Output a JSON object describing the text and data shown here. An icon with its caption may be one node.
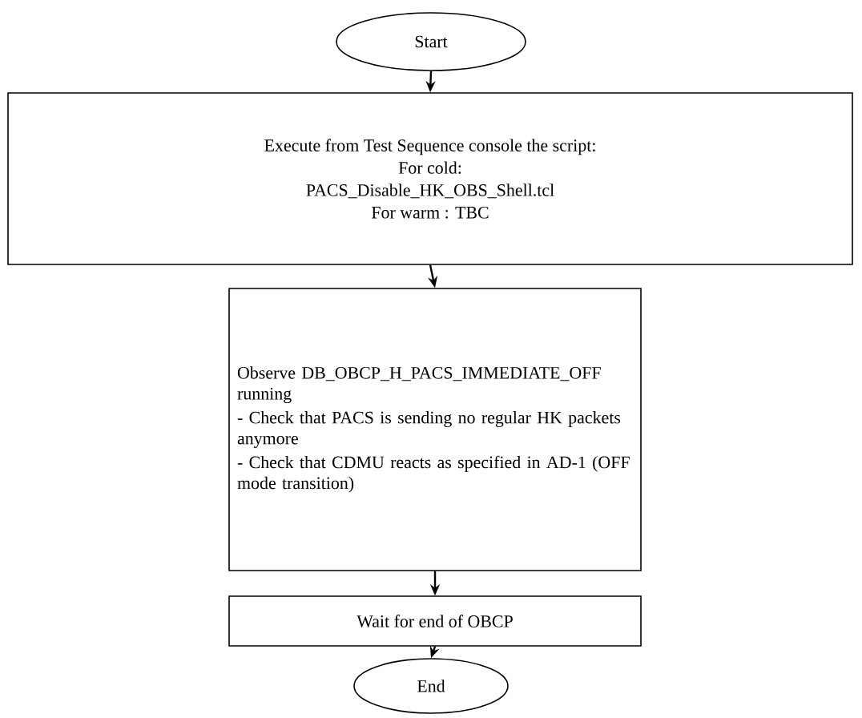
{
  "diagram": {
    "nodes": [
      {
        "text": [
          "Start"
        ]
      },
      {
        "text": [
          "Execute from Test Sequence console the script:",
          "For cold:",
          "PACS_Disable_HK_OBS_Shell.tcl",
          "For warm : TBC"
        ]
      },
      {
        "text": [
          "Observe DB_OBCP_H_PACS_IMMEDIATE_OFF running",
          "- Check that PACS is sending no regular HK packets anymore",
          "- Check that CDMU reacts as specified in AD-1 (OFF mode transition)"
        ]
      },
      {
        "text": [
          "Wait for end of OBCP"
        ]
      },
      {
        "text": [
          "End"
        ]
      }
    ],
    "edges": [
      {
        "from": 0,
        "to": 1,
        "arrow": "to"
      },
      {
        "from": 1,
        "to": 2,
        "arrow": "to"
      },
      {
        "from": 2,
        "to": 3,
        "arrow": "to"
      },
      {
        "from": 3,
        "to": 4,
        "arrow": "to"
      }
    ]
  }
}
